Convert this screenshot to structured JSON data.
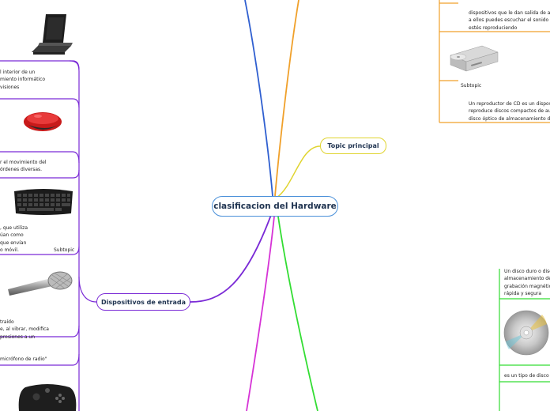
{
  "central": {
    "label": "clasificacion del Hardware"
  },
  "topic_principal": {
    "label": "Topic principal"
  },
  "dispositivos_entrada": {
    "label": "Dispositivos de entrada"
  },
  "left_branch": {
    "scanner_text": [
      "l interior de un",
      "miento informático",
      "visiones"
    ],
    "mouse_text": [
      "r el movimiento del",
      "órdenes diversas."
    ],
    "keyboard_text": [
      ", que utiliza",
      "úan como",
      "que envían",
      "o móvil."
    ],
    "keyboard_subtopic": "Subtopic",
    "microphone_text": [
      "traído",
      "e, al vibrar, modifica",
      "presiones a un"
    ],
    "microphone_caption": "micrófono de radio\""
  },
  "right_branch": {
    "speakers_text": [
      "dispositivos que le dan salida de audi",
      "a ellos puedes escuchar el sonido de",
      "estés reproduciendo"
    ],
    "cd_drive_subtopic": "Subtopic",
    "cd_player_text": [
      "Un reproductor de CD es un dispositi",
      "reproduce discos compactos de audi",
      "disco óptico de almacenamiento de d"
    ],
    "hard_disk_text": [
      "Un disco duro o disco",
      "almacenamiento de",
      "grabación magnética",
      "rápida y segura"
    ],
    "disc_caption": "es un tipo de disco ó"
  },
  "colors": {
    "blue": "#2f5fd0",
    "orange": "#f0a02a",
    "yellow": "#e0d430",
    "green": "#33dd33",
    "magenta": "#d633d6",
    "purple": "#7a2ad6",
    "central_border": "#4a90d9"
  },
  "icons": [
    "scanner-icon",
    "mouse-icon",
    "keyboard-icon",
    "microphone-icon",
    "gamepad-icon",
    "cd-drive-icon",
    "cd-disc-icon"
  ]
}
